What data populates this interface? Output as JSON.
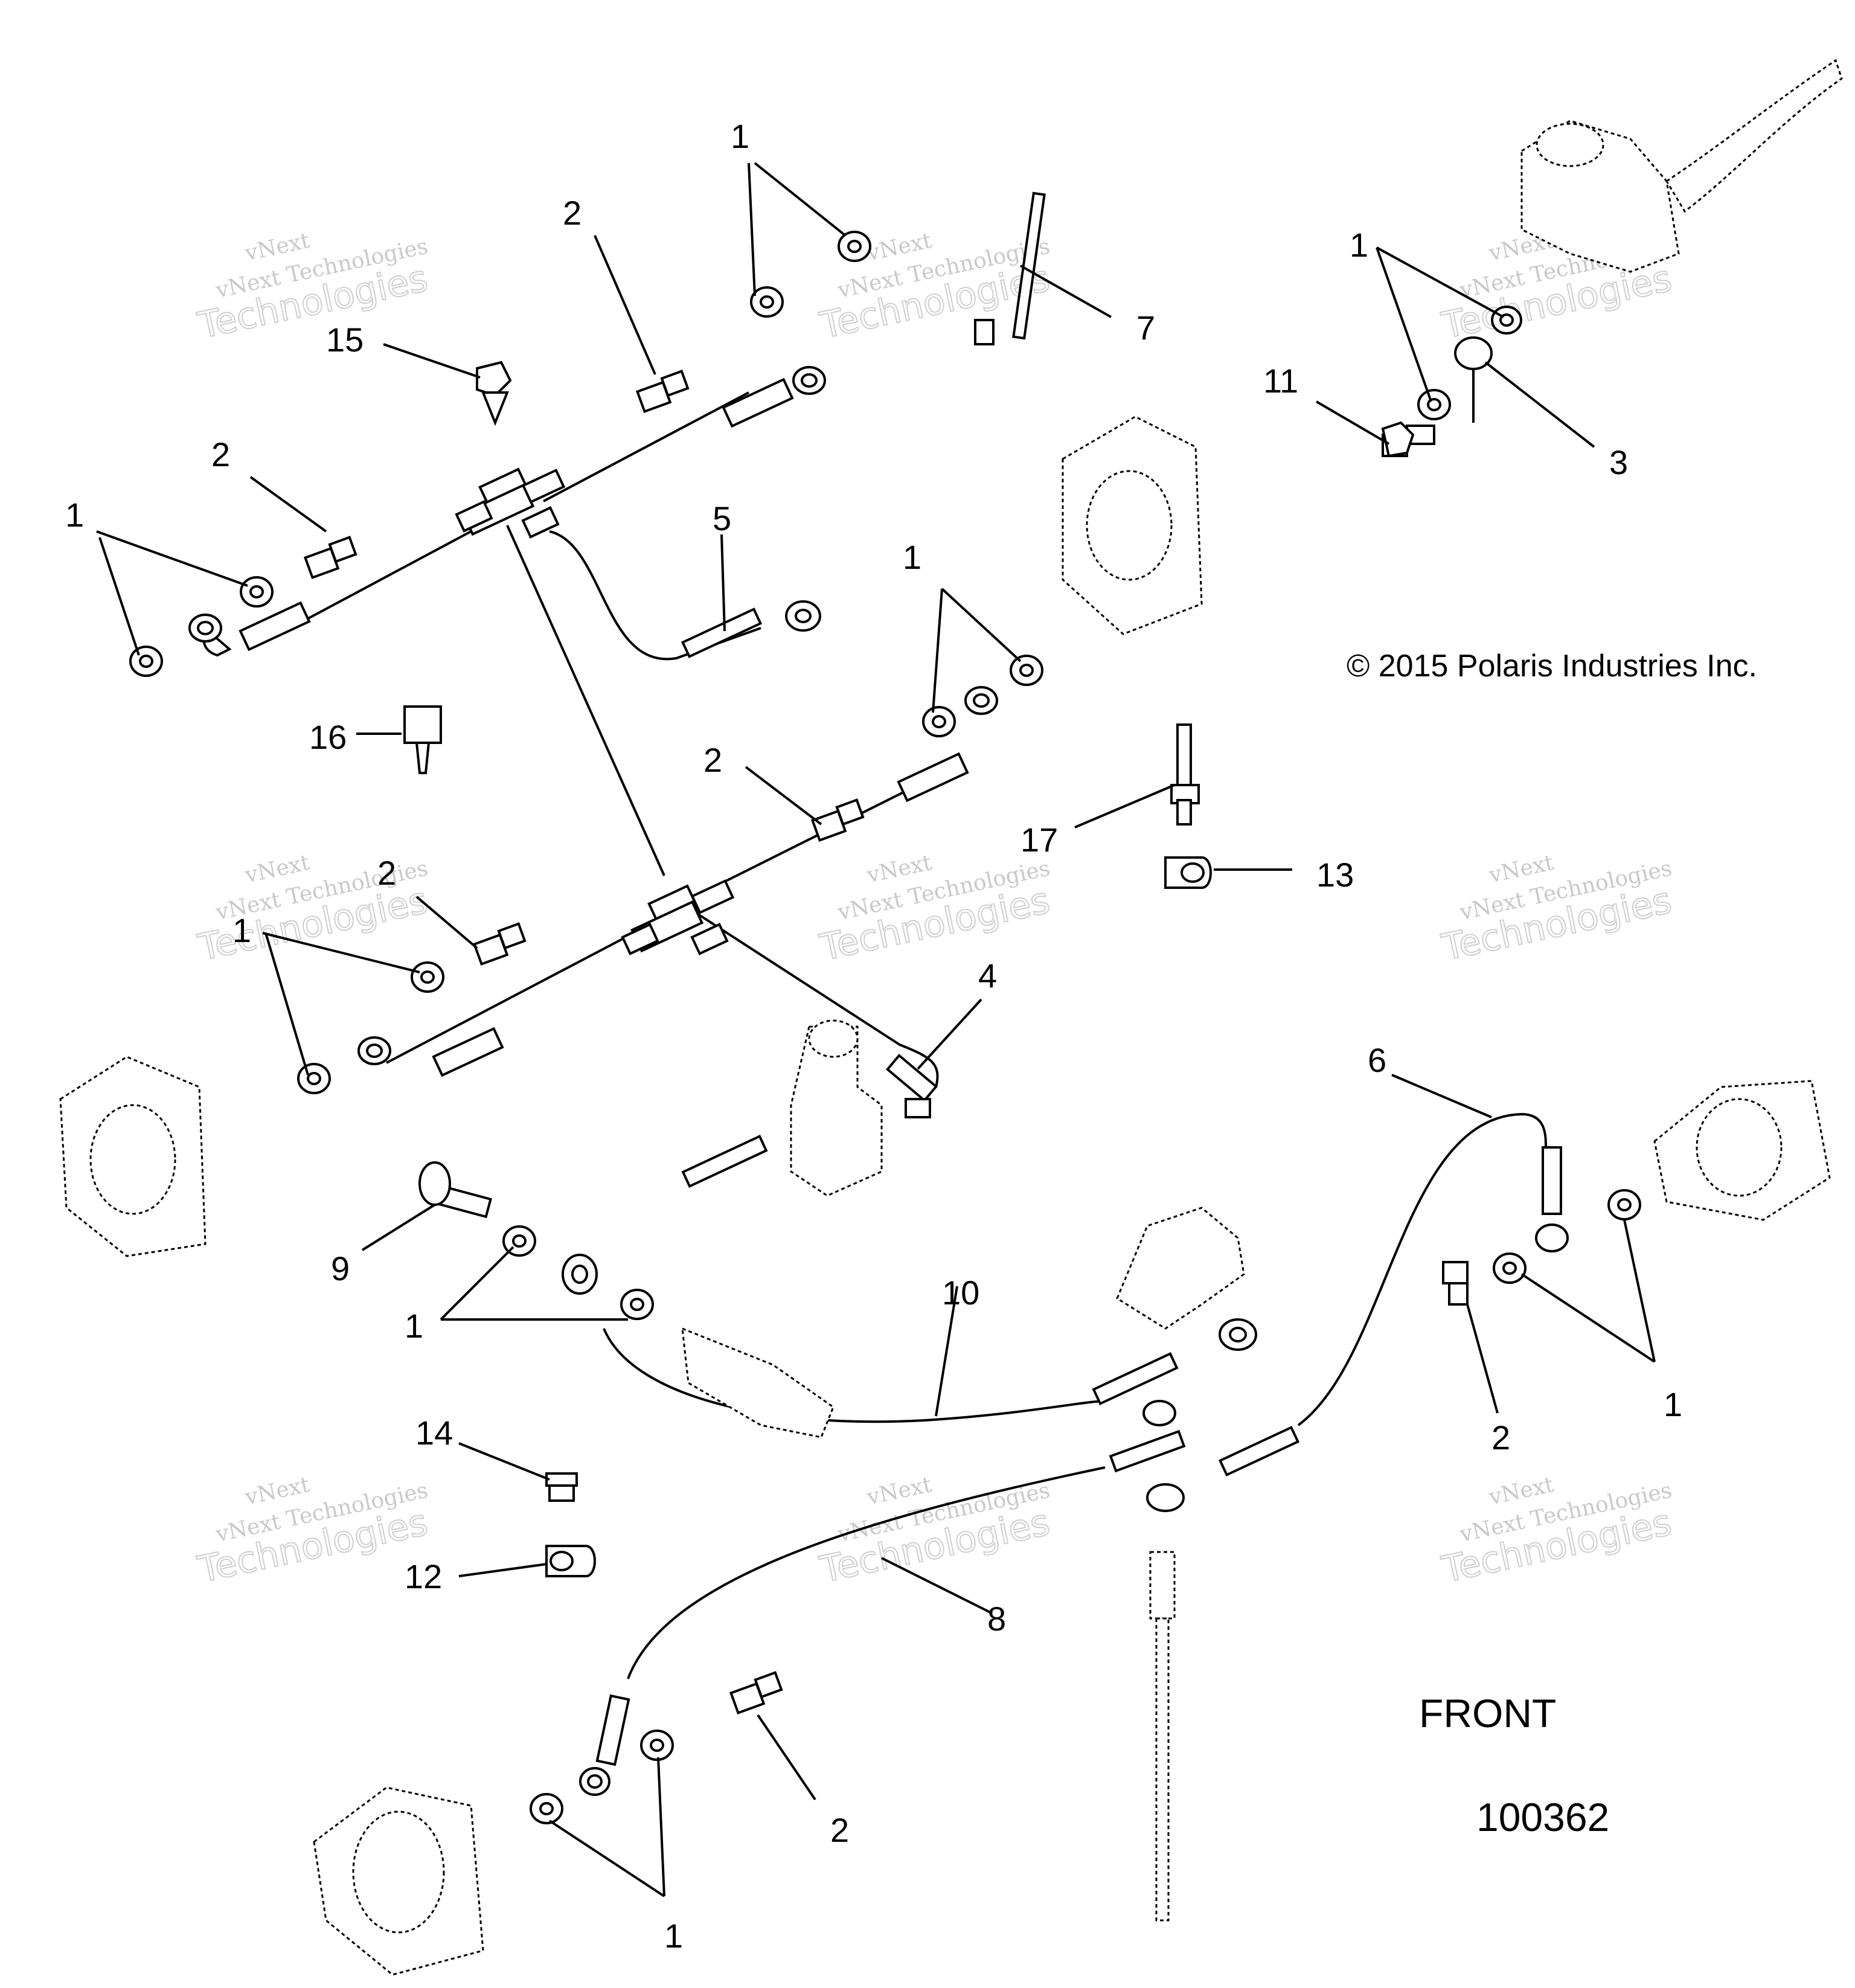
{
  "diagram": {
    "copyright": "© 2015 Polaris Industries Inc.",
    "front_label": "FRONT",
    "figure_number": "100362",
    "watermark": {
      "line1": "vNext",
      "line2": "vNext Technologies",
      "line3": "Technologies"
    },
    "callouts": [
      "1",
      "2",
      "3",
      "4",
      "5",
      "6",
      "7",
      "8",
      "9",
      "10",
      "11",
      "12",
      "13",
      "14",
      "15",
      "16",
      "17"
    ]
  }
}
